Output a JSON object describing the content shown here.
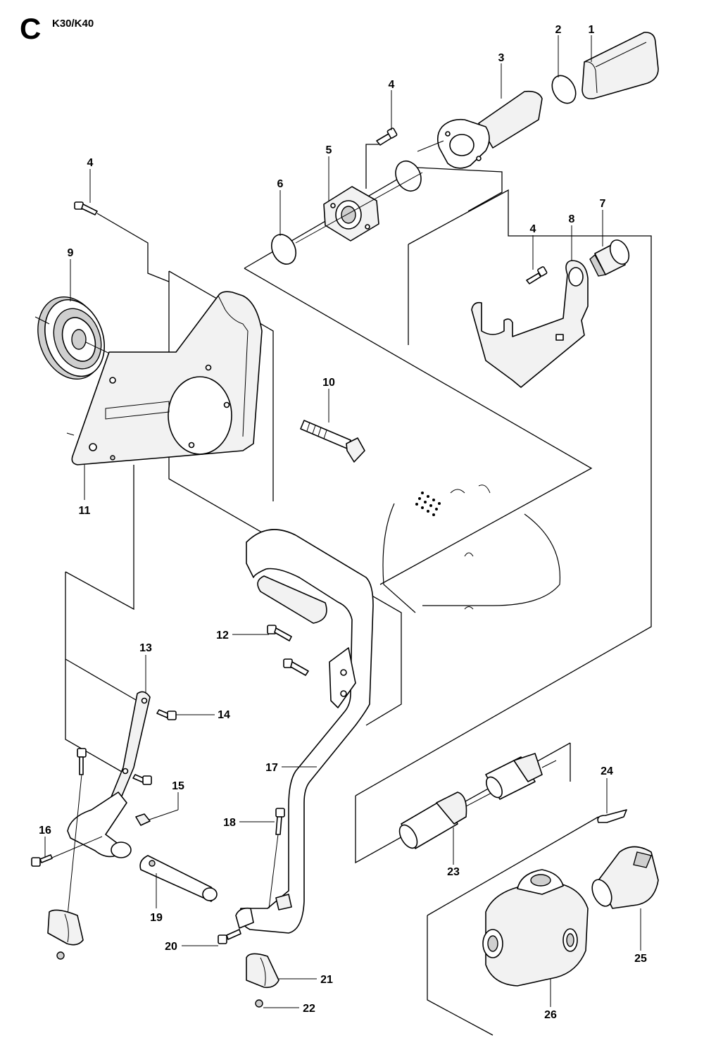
{
  "header": {
    "section": "C",
    "model": "K30/K40"
  },
  "callouts": [
    {
      "id": "1",
      "text": "1"
    },
    {
      "id": "2",
      "text": "2"
    },
    {
      "id": "3",
      "text": "3"
    },
    {
      "id": "4a",
      "text": "4"
    },
    {
      "id": "4b",
      "text": "4"
    },
    {
      "id": "4c",
      "text": "4"
    },
    {
      "id": "5",
      "text": "5"
    },
    {
      "id": "6",
      "text": "6"
    },
    {
      "id": "7",
      "text": "7"
    },
    {
      "id": "8",
      "text": "8"
    },
    {
      "id": "9",
      "text": "9"
    },
    {
      "id": "10",
      "text": "10"
    },
    {
      "id": "11",
      "text": "11"
    },
    {
      "id": "12",
      "text": "12"
    },
    {
      "id": "13",
      "text": "13"
    },
    {
      "id": "14",
      "text": "14"
    },
    {
      "id": "15",
      "text": "15"
    },
    {
      "id": "16",
      "text": "16"
    },
    {
      "id": "17",
      "text": "17"
    },
    {
      "id": "18",
      "text": "18"
    },
    {
      "id": "19",
      "text": "19"
    },
    {
      "id": "20",
      "text": "20"
    },
    {
      "id": "21",
      "text": "21"
    },
    {
      "id": "22",
      "text": "22"
    },
    {
      "id": "23",
      "text": "23"
    },
    {
      "id": "24",
      "text": "24"
    },
    {
      "id": "25",
      "text": "25"
    },
    {
      "id": "26",
      "text": "26"
    }
  ]
}
